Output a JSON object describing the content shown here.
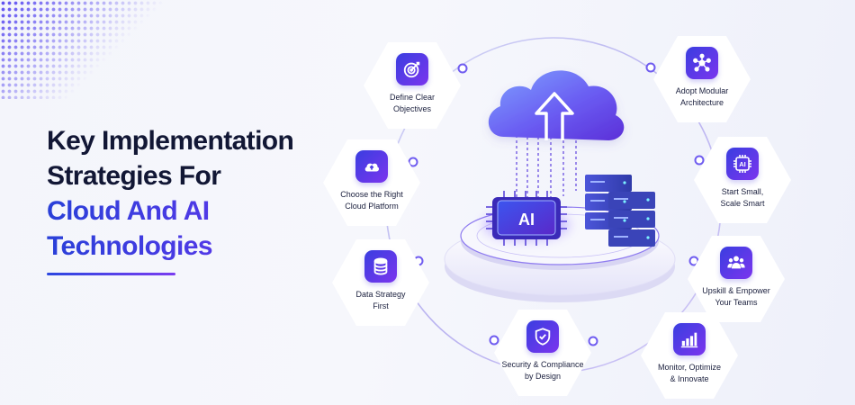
{
  "heading": {
    "line1": "Key Implementation",
    "line2": "Strategies For",
    "line3": "Cloud And AI",
    "line4": "Technologies"
  },
  "center": {
    "chip_label": "AI"
  },
  "strategies": [
    {
      "line1": "Define Clear",
      "line2": "Objectives",
      "icon": "target-icon"
    },
    {
      "line1": "Choose the Right",
      "line2": "Cloud Platform",
      "icon": "cloud-upload-icon"
    },
    {
      "line1": "Data Strategy",
      "line2": "First",
      "icon": "database-icon"
    },
    {
      "line1": "Security & Compliance",
      "line2": "by Design",
      "icon": "shield-check-icon"
    },
    {
      "line1": "Monitor, Optimize",
      "line2": "& Innovate",
      "icon": "bar-chart-icon"
    },
    {
      "line1": "Upskill & Empower",
      "line2": "Your Teams",
      "icon": "team-icon"
    },
    {
      "line1": "Start Small,",
      "line2": "Scale Smart",
      "icon": "ai-chip-icon",
      "icon_text": "AI"
    },
    {
      "line1": "Adopt Modular",
      "line2": "Architecture",
      "icon": "network-nodes-icon"
    }
  ],
  "colors": {
    "heading_dark": "#121735",
    "accent_blue": "#2940d8",
    "accent_purple": "#8d33ef",
    "icon_gradient_start": "#3a3ee0",
    "icon_gradient_end": "#7b35ee",
    "ring": "#c9c6f2"
  }
}
